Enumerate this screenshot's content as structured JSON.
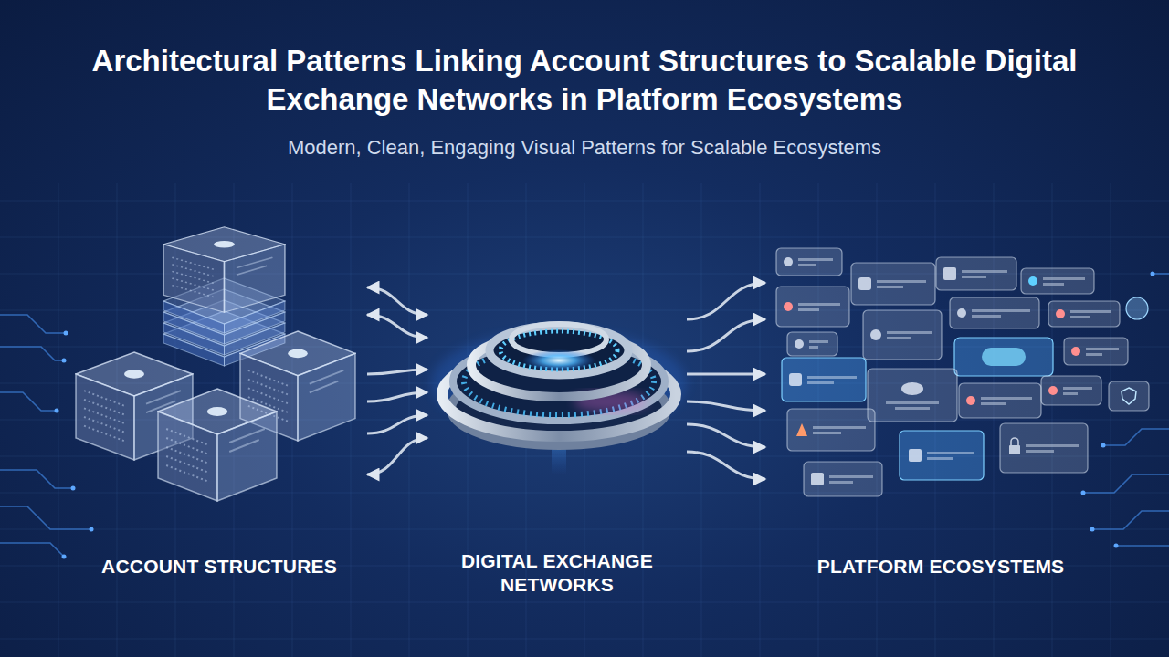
{
  "diagram": {
    "title": "Architectural Patterns Linking Account Structures to Scalable Digital Exchange Networks in Platform Ecosystems",
    "caption": "Modern, Clean, Engaging Visual Patterns for Scalable Ecosystems",
    "nodes": [
      {
        "text": [
          "ACCOUNT STRUCTURES"
        ]
      },
      {
        "text": [
          "DIGITAL EXCHANGE NETWORKS"
        ]
      },
      {
        "text": [
          "PLATFORM ECOSYSTEMS"
        ]
      }
    ],
    "edges": [
      {
        "from": 0,
        "to": 1,
        "arrow": "both"
      },
      {
        "from": 0,
        "to": 1,
        "arrow": "both"
      },
      {
        "from": 0,
        "to": 1,
        "arrow": "to"
      },
      {
        "from": 0,
        "to": 1,
        "arrow": "to"
      },
      {
        "from": 0,
        "to": 1,
        "arrow": "to"
      },
      {
        "from": 0,
        "to": 1,
        "arrow": "both"
      },
      {
        "from": 1,
        "to": 2,
        "arrow": "to"
      },
      {
        "from": 1,
        "to": 2,
        "arrow": "to"
      },
      {
        "from": 1,
        "to": 2,
        "arrow": "to"
      },
      {
        "from": 1,
        "to": 2,
        "arrow": "to"
      },
      {
        "from": 1,
        "to": 2,
        "arrow": "to"
      },
      {
        "from": 1,
        "to": 2,
        "arrow": "to"
      }
    ]
  }
}
